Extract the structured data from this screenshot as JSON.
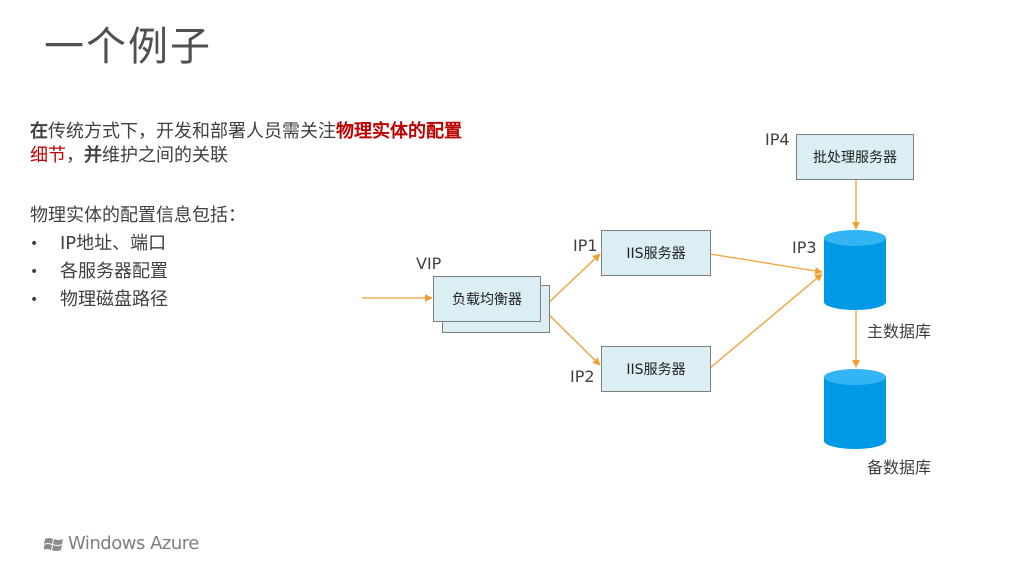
{
  "title": "一个例子",
  "intro": {
    "p1_bold": "在",
    "p1_a": "传统方式下，开发和部署人员需关注",
    "p1_red1": "物理实体的配置",
    "p1_red2": "细节",
    "p1_b": "，",
    "p1_bold2": "并",
    "p1_c": "维护之间的关联"
  },
  "sub_heading": "物理实体的配置信息包括：",
  "bullets": [
    "IP地址、端口",
    "各服务器配置",
    "物理磁盘路径"
  ],
  "diagram": {
    "vip_label": "VIP",
    "load_balancer": "负载均衡器",
    "ip1_label": "IP1",
    "ip2_label": "IP2",
    "ip3_label": "IP3",
    "ip4_label": "IP4",
    "iis1": "IIS服务器",
    "iis2": "IIS服务器",
    "batch_server": "批处理服务器",
    "primary_db": "主数据库",
    "backup_db": "备数据库",
    "colors": {
      "box_fill": "#dbeef4",
      "arrow": "#f0a030",
      "db_fill": "#0099e6"
    }
  },
  "logo_text": "Windows Azure"
}
